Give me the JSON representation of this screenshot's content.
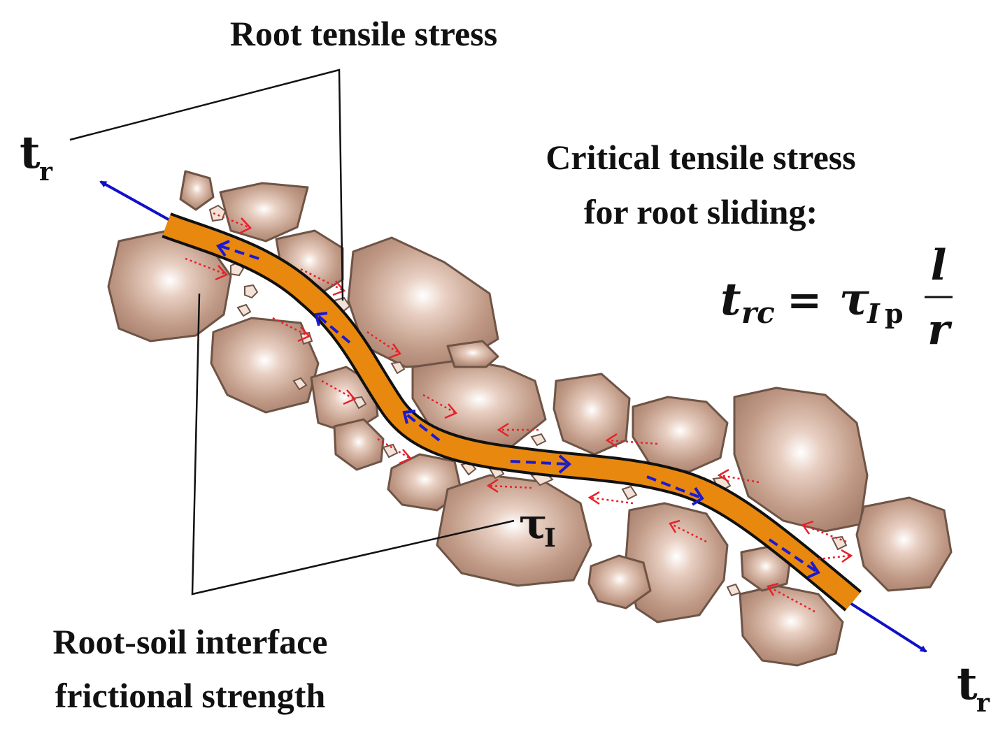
{
  "labels": {
    "root_tensile_stress": "Root tensile stress",
    "critical_line1": "Critical tensile stress",
    "critical_line2": "for root sliding:",
    "interface_line1": "Root-soil interface",
    "interface_line2": "frictional strength",
    "tr_main": "t",
    "tr_sub": "r",
    "tau_main": "τ",
    "tau_sub": "I"
  },
  "formula": {
    "lhs_main": "t",
    "lhs_sub": "rc",
    "equals": "=",
    "rhs_main": "τ",
    "rhs_sub": "I",
    "rhs_sub2": "p",
    "numerator": "l",
    "denominator": "r"
  },
  "colors": {
    "root_fill": "#e8880f",
    "root_outline": "#111111",
    "tensile_arrow": "#1010c8",
    "internal_force_arrow": "#1a1ad0",
    "friction_arrow": "#e8202a",
    "particle_dark": "#b8907c",
    "particle_light": "#ffffff",
    "particle_outline": "#6e5446"
  },
  "icons": {
    "tensile_arrows": "arrow-icon",
    "friction_arrows": "dotted-arrow-icon",
    "internal_force_arrows": "dashed-chevron-arrow-icon"
  }
}
